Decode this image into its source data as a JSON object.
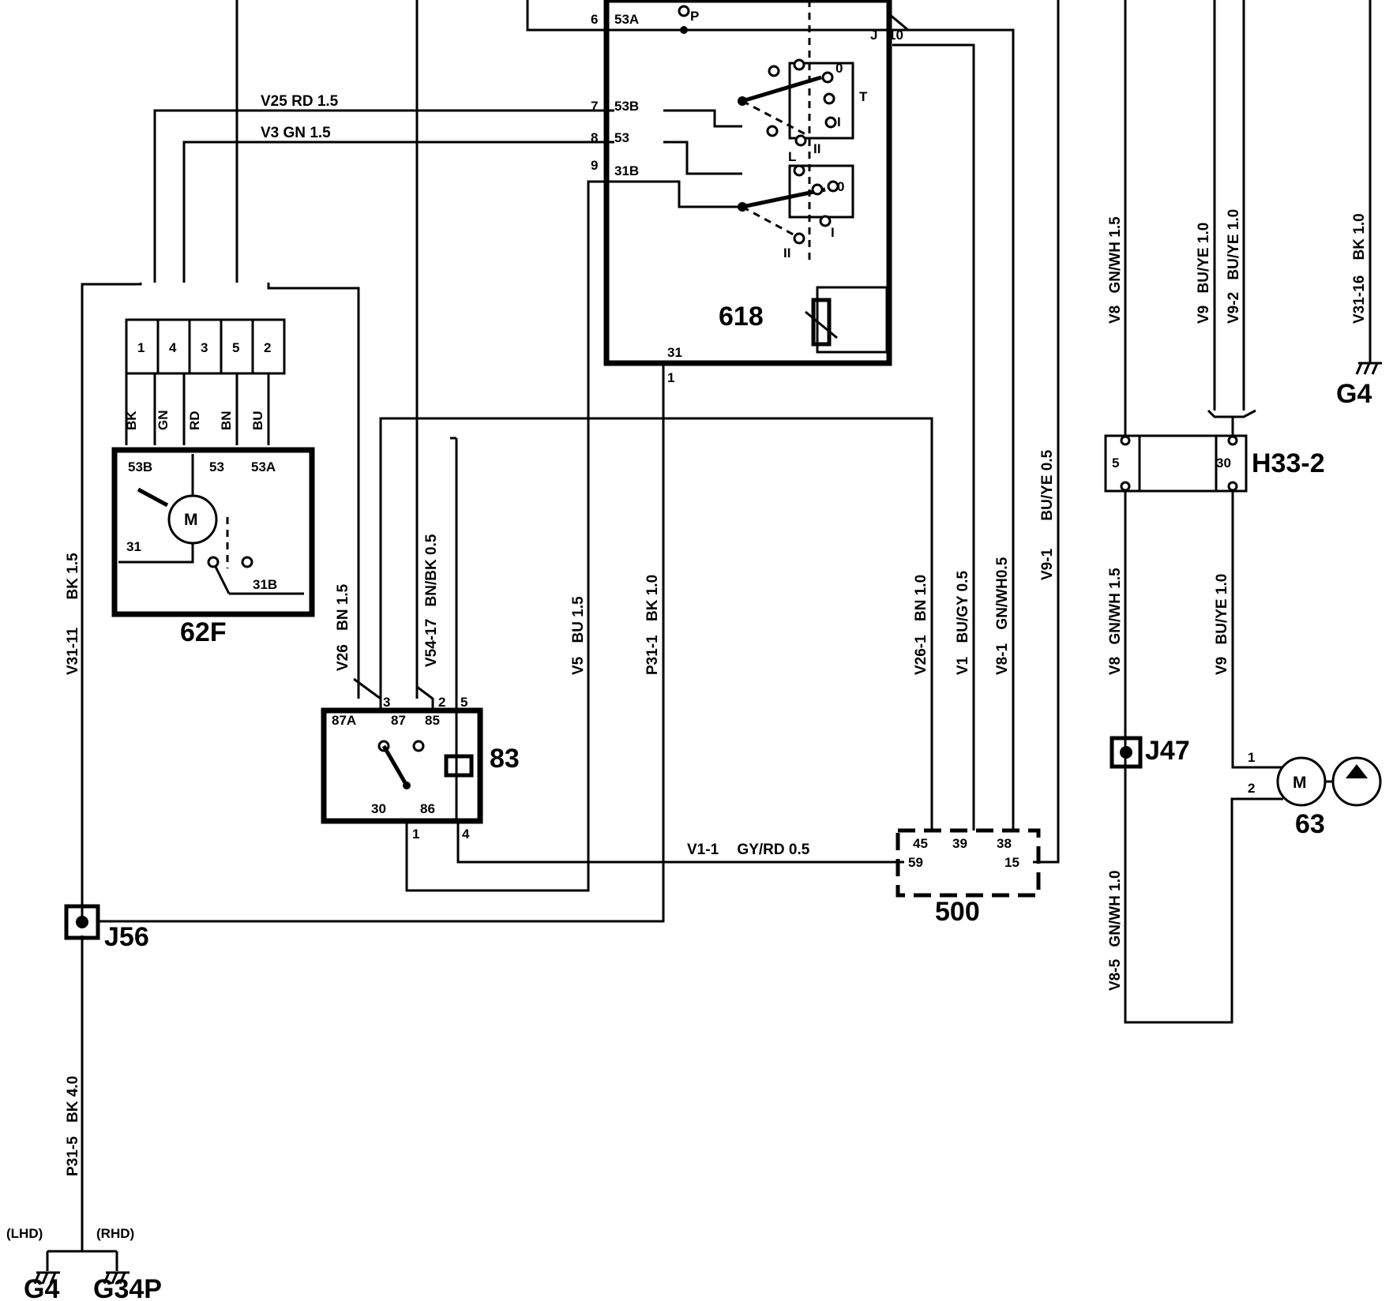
{
  "components": {
    "wiper_motor": {
      "id": "62F",
      "motor_symbol": "M",
      "terminals": [
        "53B",
        "53",
        "53A",
        "31",
        "31B"
      ]
    },
    "wiper_connector_pins": [
      "1",
      "4",
      "3",
      "5",
      "2"
    ],
    "connector_wire_colors": [
      "BK",
      "GN",
      "RD",
      "BN",
      "BU"
    ],
    "relay": {
      "id": "83",
      "terminals": [
        "87A",
        "87",
        "85",
        "30",
        "86"
      ],
      "pins": [
        "3",
        "2",
        "5",
        "1",
        "4"
      ]
    },
    "switch": {
      "id": "618",
      "pins": [
        "6",
        "7",
        "8",
        "9",
        "31",
        "1",
        "10"
      ],
      "terminals": [
        "53A",
        "53B",
        "53",
        "31B",
        "J",
        "P"
      ],
      "positions": [
        "0",
        "T",
        "I",
        "II",
        "L",
        "0",
        "I",
        "II"
      ]
    },
    "control_module": {
      "id": "500",
      "pins": [
        "45",
        "39",
        "38",
        "59",
        "15"
      ]
    },
    "connector_h33": {
      "id": "H33-2",
      "pins": [
        "5",
        "30"
      ]
    },
    "splice_j47": {
      "id": "J47"
    },
    "splice_j56": {
      "id": "J56"
    },
    "washer_pump": {
      "id": "63",
      "motor_symbol": "M",
      "pins": [
        "1",
        "2"
      ]
    },
    "grounds": [
      {
        "id": "G4",
        "note": "(LHD)"
      },
      {
        "id": "G34P",
        "note": "(RHD)"
      },
      {
        "id": "G4",
        "note": ""
      }
    ]
  },
  "wires": [
    {
      "id": "V25",
      "color": "RD",
      "size": "1.5"
    },
    {
      "id": "V3",
      "color": "GN",
      "size": "1.5"
    },
    {
      "id": "V31-11",
      "color": "BK",
      "size": "1.5"
    },
    {
      "id": "V26",
      "color": "BN",
      "size": "1.5"
    },
    {
      "id": "V54-17",
      "color": "BN/BK",
      "size": "0.5"
    },
    {
      "id": "V5",
      "color": "BU",
      "size": "1.5"
    },
    {
      "id": "P31-1",
      "color": "BK",
      "size": "1.0"
    },
    {
      "id": "V26-1",
      "color": "BN",
      "size": "1.0"
    },
    {
      "id": "V1",
      "color": "BU/GY",
      "size": "0.5"
    },
    {
      "id": "V8-1",
      "color": "GN/WH",
      "size": "0.5"
    },
    {
      "id": "V9-1",
      "color": "BU/YE",
      "size": "0.5"
    },
    {
      "id": "V8",
      "color": "GN/WH",
      "size": "1.5"
    },
    {
      "id": "V9",
      "color": "BU/YE",
      "size": "1.0"
    },
    {
      "id": "V9-2",
      "color": "BU/YE",
      "size": "1.0"
    },
    {
      "id": "V31-16",
      "color": "BK",
      "size": "1.0"
    },
    {
      "id": "V8",
      "color": "GN/WH",
      "size": "1.5"
    },
    {
      "id": "V9",
      "color": "BU/YE",
      "size": "1.0"
    },
    {
      "id": "V8-5",
      "color": "GN/WH",
      "size": "1.0"
    },
    {
      "id": "P31-5",
      "color": "BK",
      "size": "4.0"
    },
    {
      "id": "V1-1",
      "color": "GY/RD",
      "size": "0.5"
    }
  ]
}
